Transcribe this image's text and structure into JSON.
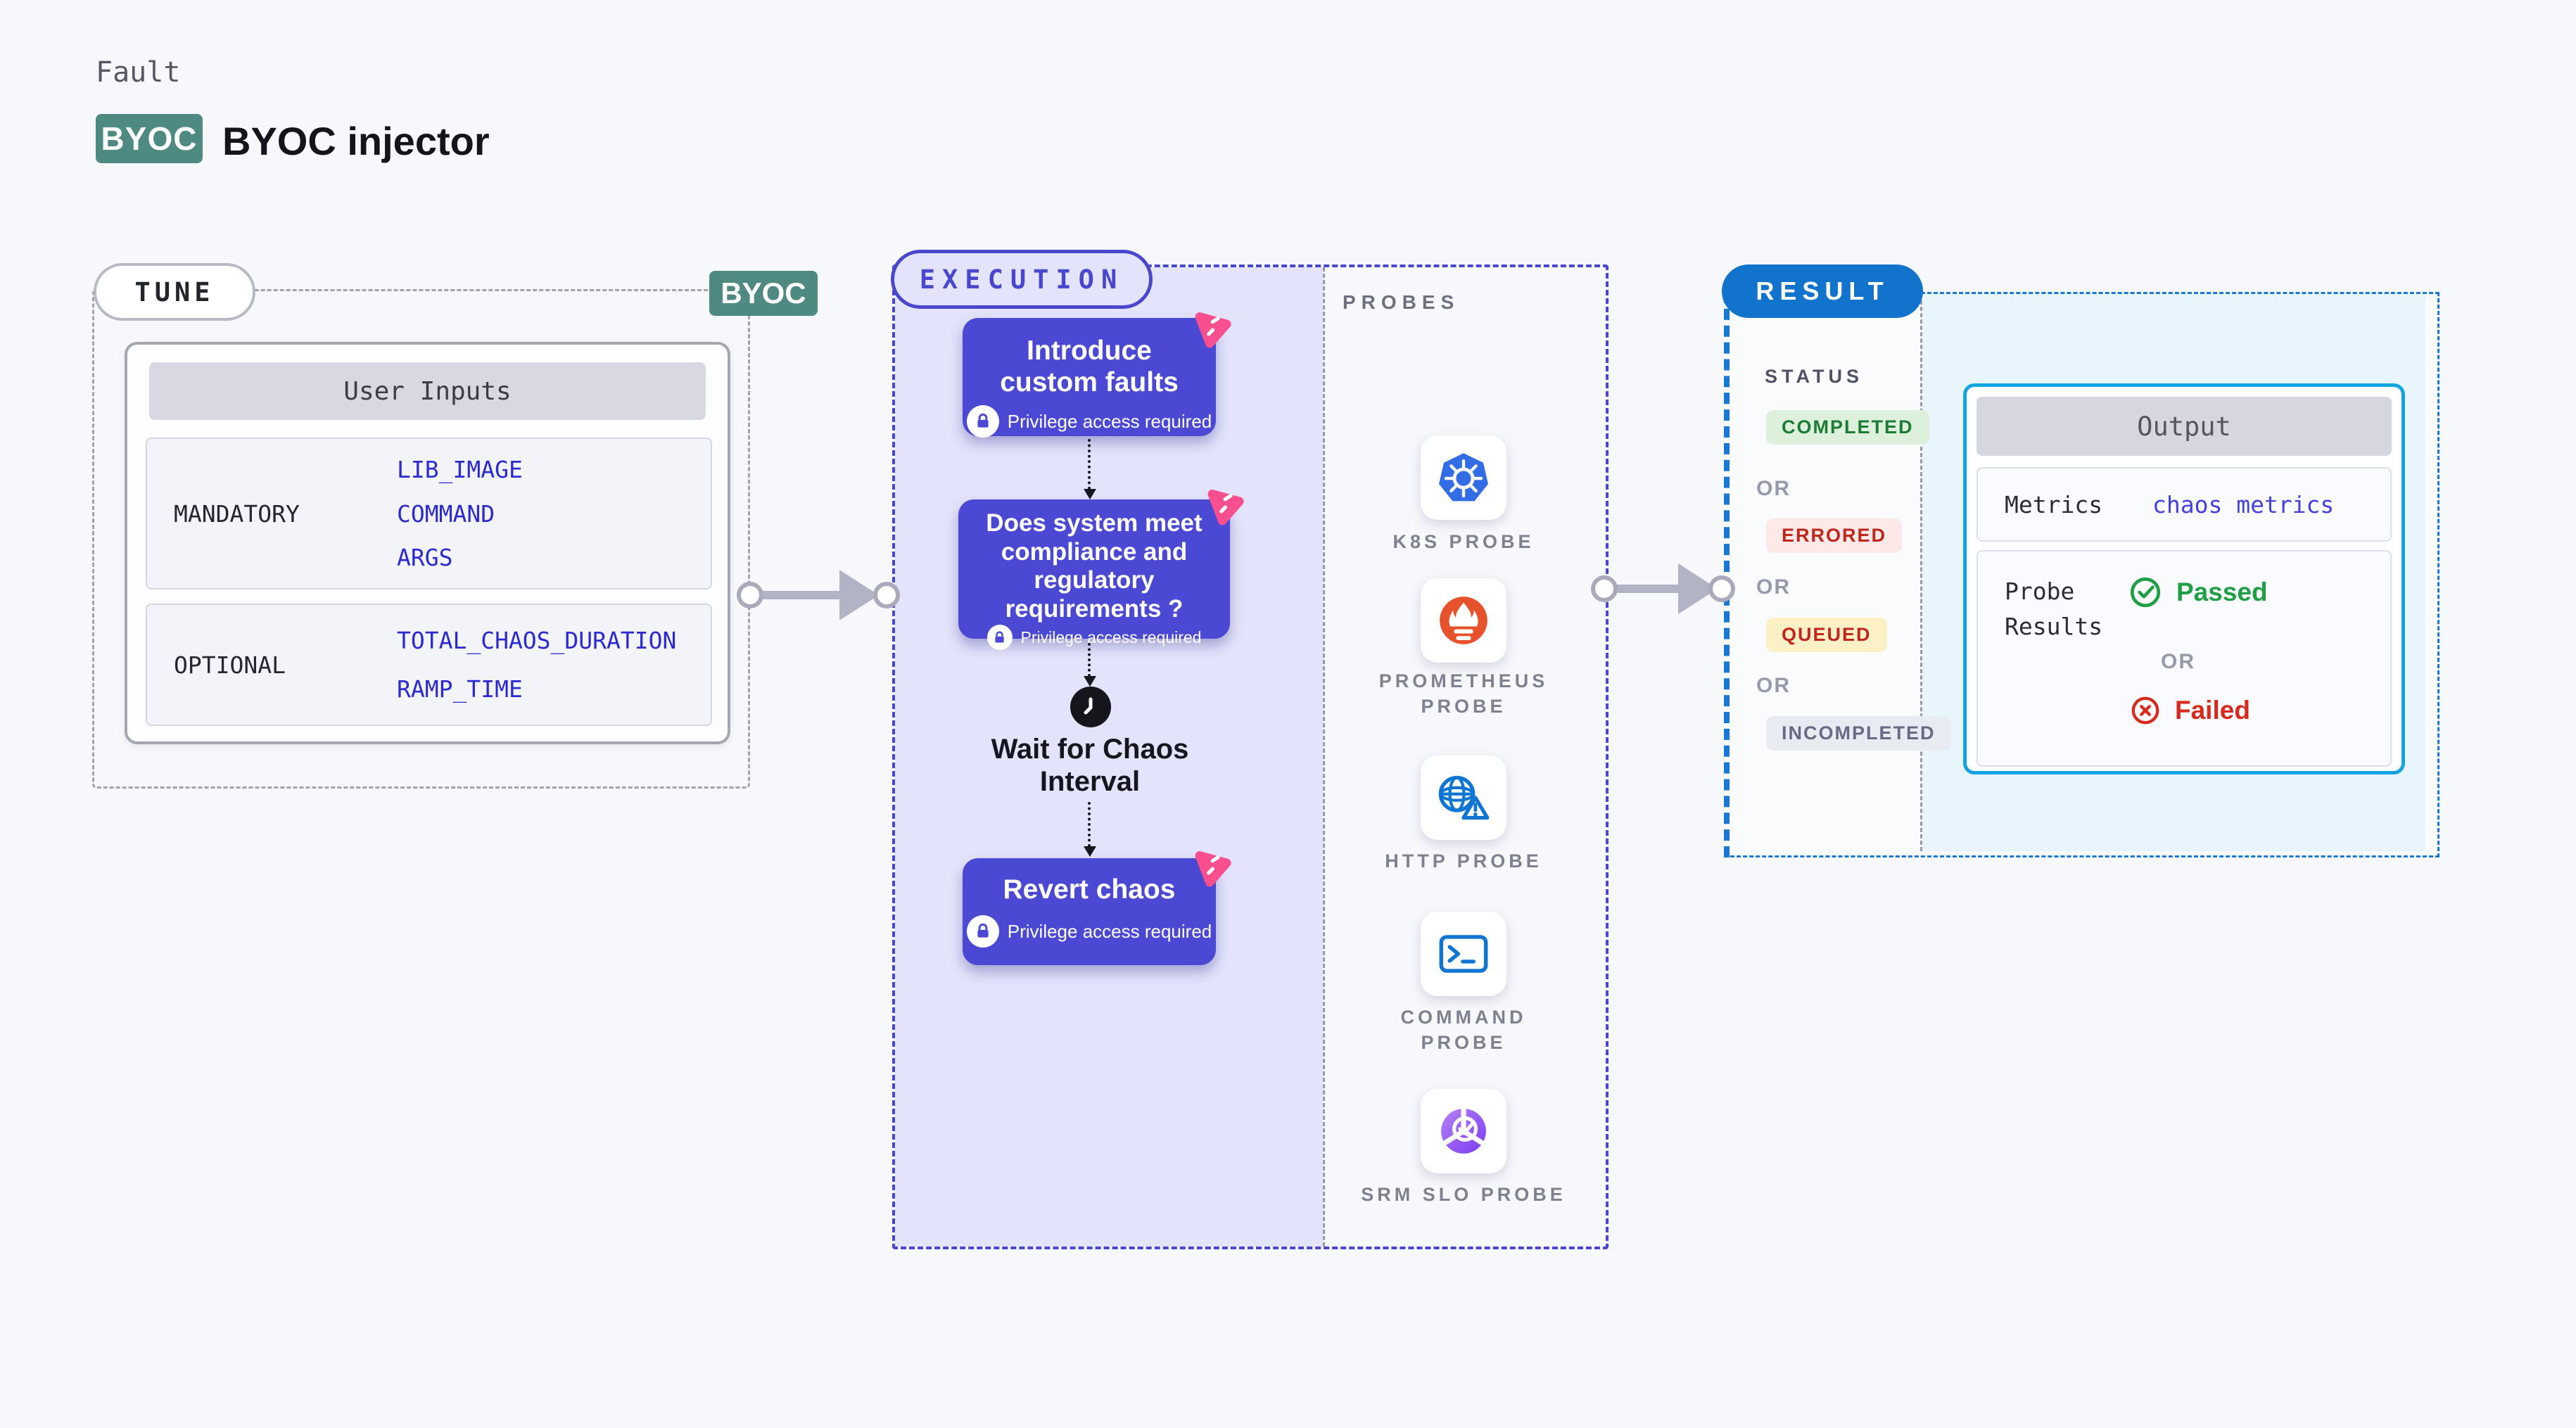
{
  "header": {
    "eyebrow": "Fault",
    "badge": "BYOC",
    "title": "BYOC injector"
  },
  "tune": {
    "pill": "TUNE",
    "corner_badge": "BYOC",
    "inputs": {
      "title": "User Inputs",
      "rows": [
        {
          "label": "MANDATORY",
          "values": [
            "LIB_IMAGE",
            "COMMAND",
            "ARGS"
          ]
        },
        {
          "label": "OPTIONAL",
          "values": [
            "TOTAL_CHAOS_DURATION",
            "RAMP_TIME"
          ]
        }
      ]
    }
  },
  "execution": {
    "pill": "EXECUTION",
    "steps": {
      "step1": {
        "title": "Introduce custom faults",
        "note": "Privilege access required"
      },
      "step2": {
        "title": "Does system meet compliance and regulatory requirements ?",
        "note": "Privilege access required"
      },
      "wait": {
        "title": "Wait for Chaos Interval"
      },
      "step3": {
        "title": "Revert chaos",
        "note": "Privilege access required"
      }
    }
  },
  "probes": {
    "heading": "PROBES",
    "items": [
      {
        "label": "K8S PROBE",
        "icon": "kubernetes-icon"
      },
      {
        "label": "PROMETHEUS PROBE",
        "icon": "prometheus-icon"
      },
      {
        "label": "HTTP PROBE",
        "icon": "globe-warning-icon"
      },
      {
        "label": "COMMAND PROBE",
        "icon": "terminal-icon"
      },
      {
        "label": "SRM SLO PROBE",
        "icon": "slo-donut-check-icon"
      }
    ]
  },
  "result": {
    "pill": "RESULT",
    "status_heading": "STATUS",
    "or_label": "OR",
    "statuses": [
      {
        "label": "COMPLETED",
        "fg": "#1b7d35",
        "bg": "#ddf0db"
      },
      {
        "label": "ERRORED",
        "fg": "#c1251b",
        "bg": "#fce9e8"
      },
      {
        "label": "QUEUED",
        "fg": "#c1251b",
        "bg": "#fcf0c6"
      },
      {
        "label": "INCOMPLETED",
        "fg": "#666b83",
        "bg": "#e9ebf2"
      }
    ],
    "output": {
      "title": "Output",
      "metrics_label": "Metrics",
      "metrics_value": "chaos metrics",
      "probe_results_label": "Probe Results",
      "passed_label": "Passed",
      "or_label": "OR",
      "failed_label": "Failed"
    }
  },
  "colors": {
    "accent_indigo": "#4b48d4",
    "accent_teal": "#4e8a81",
    "accent_blue": "#1273cd",
    "accent_cyan": "#12a4e2",
    "param_blue": "#2b2ad0",
    "chaos_pink": "#fa4f8e",
    "passed_green": "#1f9e43",
    "failed_red": "#d8291d"
  }
}
